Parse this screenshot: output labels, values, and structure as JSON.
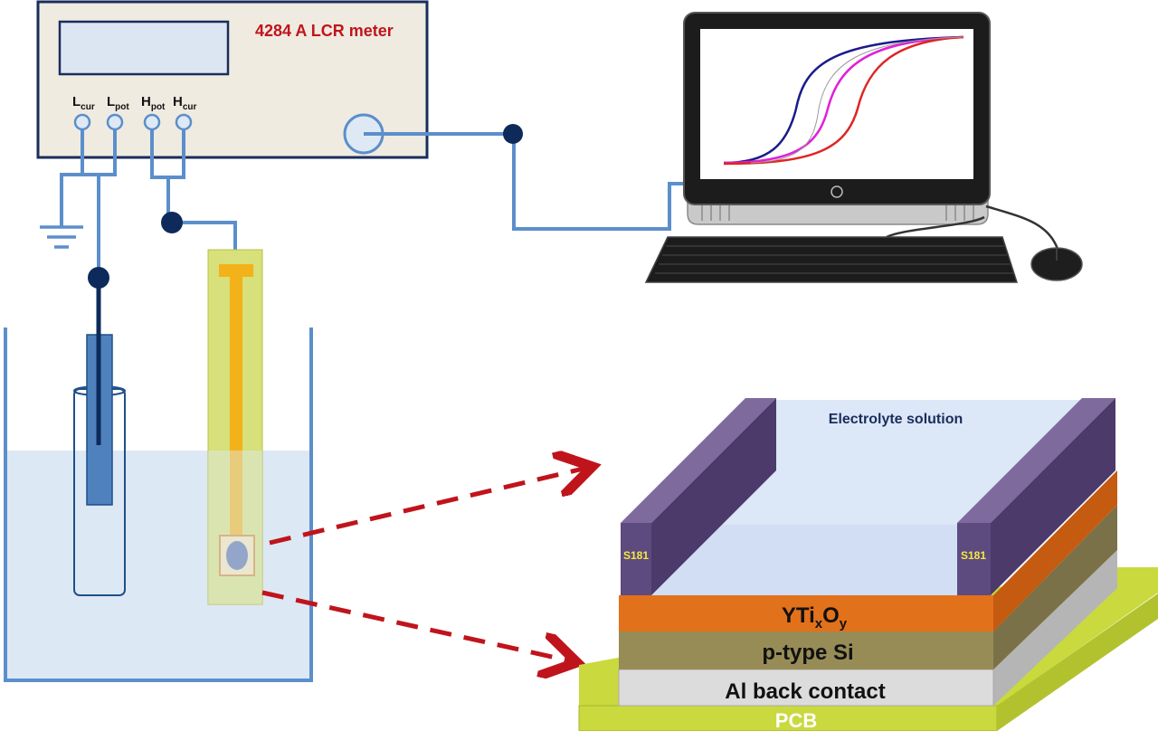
{
  "meter": {
    "title": "4284 A LCR meter",
    "terminals": [
      {
        "main": "L",
        "sub": "cur"
      },
      {
        "main": "L",
        "sub": "pot"
      },
      {
        "main": "H",
        "sub": "pot"
      },
      {
        "main": "H",
        "sub": "cur"
      }
    ]
  },
  "device": {
    "electrolyte_label": "Electrolyte solution",
    "spacer_left_label": "S181",
    "spacer_right_label": "S181",
    "oxide_label": {
      "base": "YTi",
      "x": "x",
      "o": "O",
      "y": "y"
    },
    "si_label": "p-type Si",
    "contact_label": "Al back contact",
    "pcb_label": "PCB"
  },
  "colors": {
    "meter_title": "#c0141c",
    "wire": "#5b8fcb",
    "node": "#0d2a5a",
    "beaker": "#5b8fcb",
    "electrolyte": "#dde8f5",
    "sensor_strip": "#d7e07a",
    "sensor_trace": "#f3b21a",
    "spacer": "#5d4a7f",
    "oxide": "#e2711b",
    "si": "#978c56",
    "contact": "#d9d9d9",
    "pcb": "#c9d93e",
    "arrow": "#c0141c",
    "curve_1": "#1b1b8c",
    "curve_2": "#e020d8",
    "curve_3": "#e02424"
  }
}
